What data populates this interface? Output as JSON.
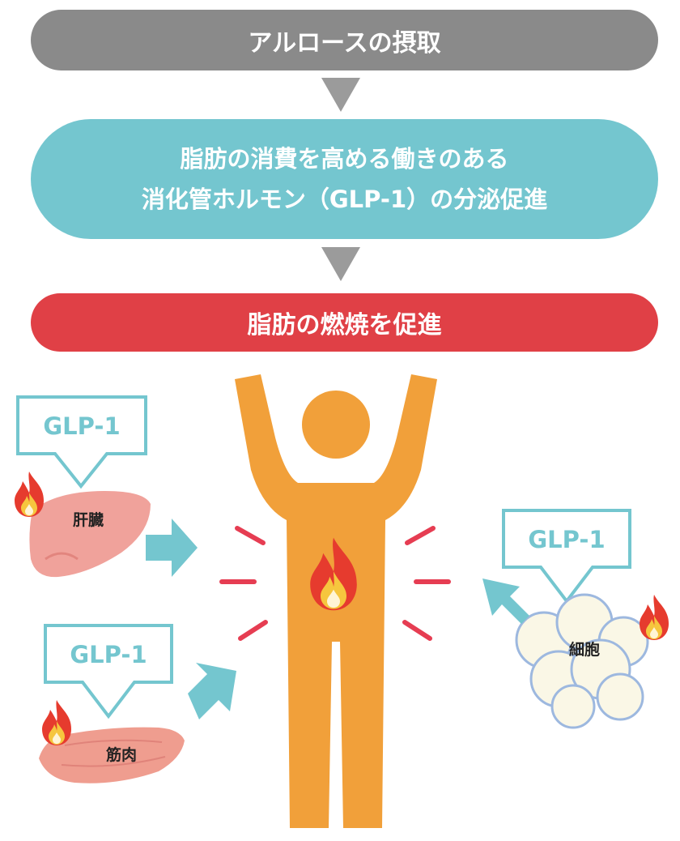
{
  "flow": {
    "step1": "アルロースの摂取",
    "step2_line1": "脂肪の消費を高める働きのある",
    "step2_line2": "消化管ホルモン（GLP-1）の分泌促進",
    "step3": "脂肪の燃焼を促進"
  },
  "callouts": {
    "liver": "GLP-1",
    "muscle": "GLP-1",
    "cells": "GLP-1"
  },
  "organs": {
    "liver": "肝臓",
    "muscle": "筋肉",
    "cells": "細胞"
  },
  "icons": [
    "flame-icon",
    "arrow-icon",
    "person-icon",
    "liver-icon",
    "muscle-icon",
    "fat-cells-icon"
  ],
  "colors": {
    "step1": "#8a8a8a",
    "step2": "#74c6cf",
    "step3": "#e04046",
    "flow_arrow": "#9b9b9b",
    "callout": "#74c6cf",
    "person": "#f1a03a",
    "burst": "#e63d52",
    "liver": "#f0a29b",
    "muscle": "#ef9d8f",
    "cells": "#faf7e6",
    "cell_outline": "#9db8df"
  }
}
